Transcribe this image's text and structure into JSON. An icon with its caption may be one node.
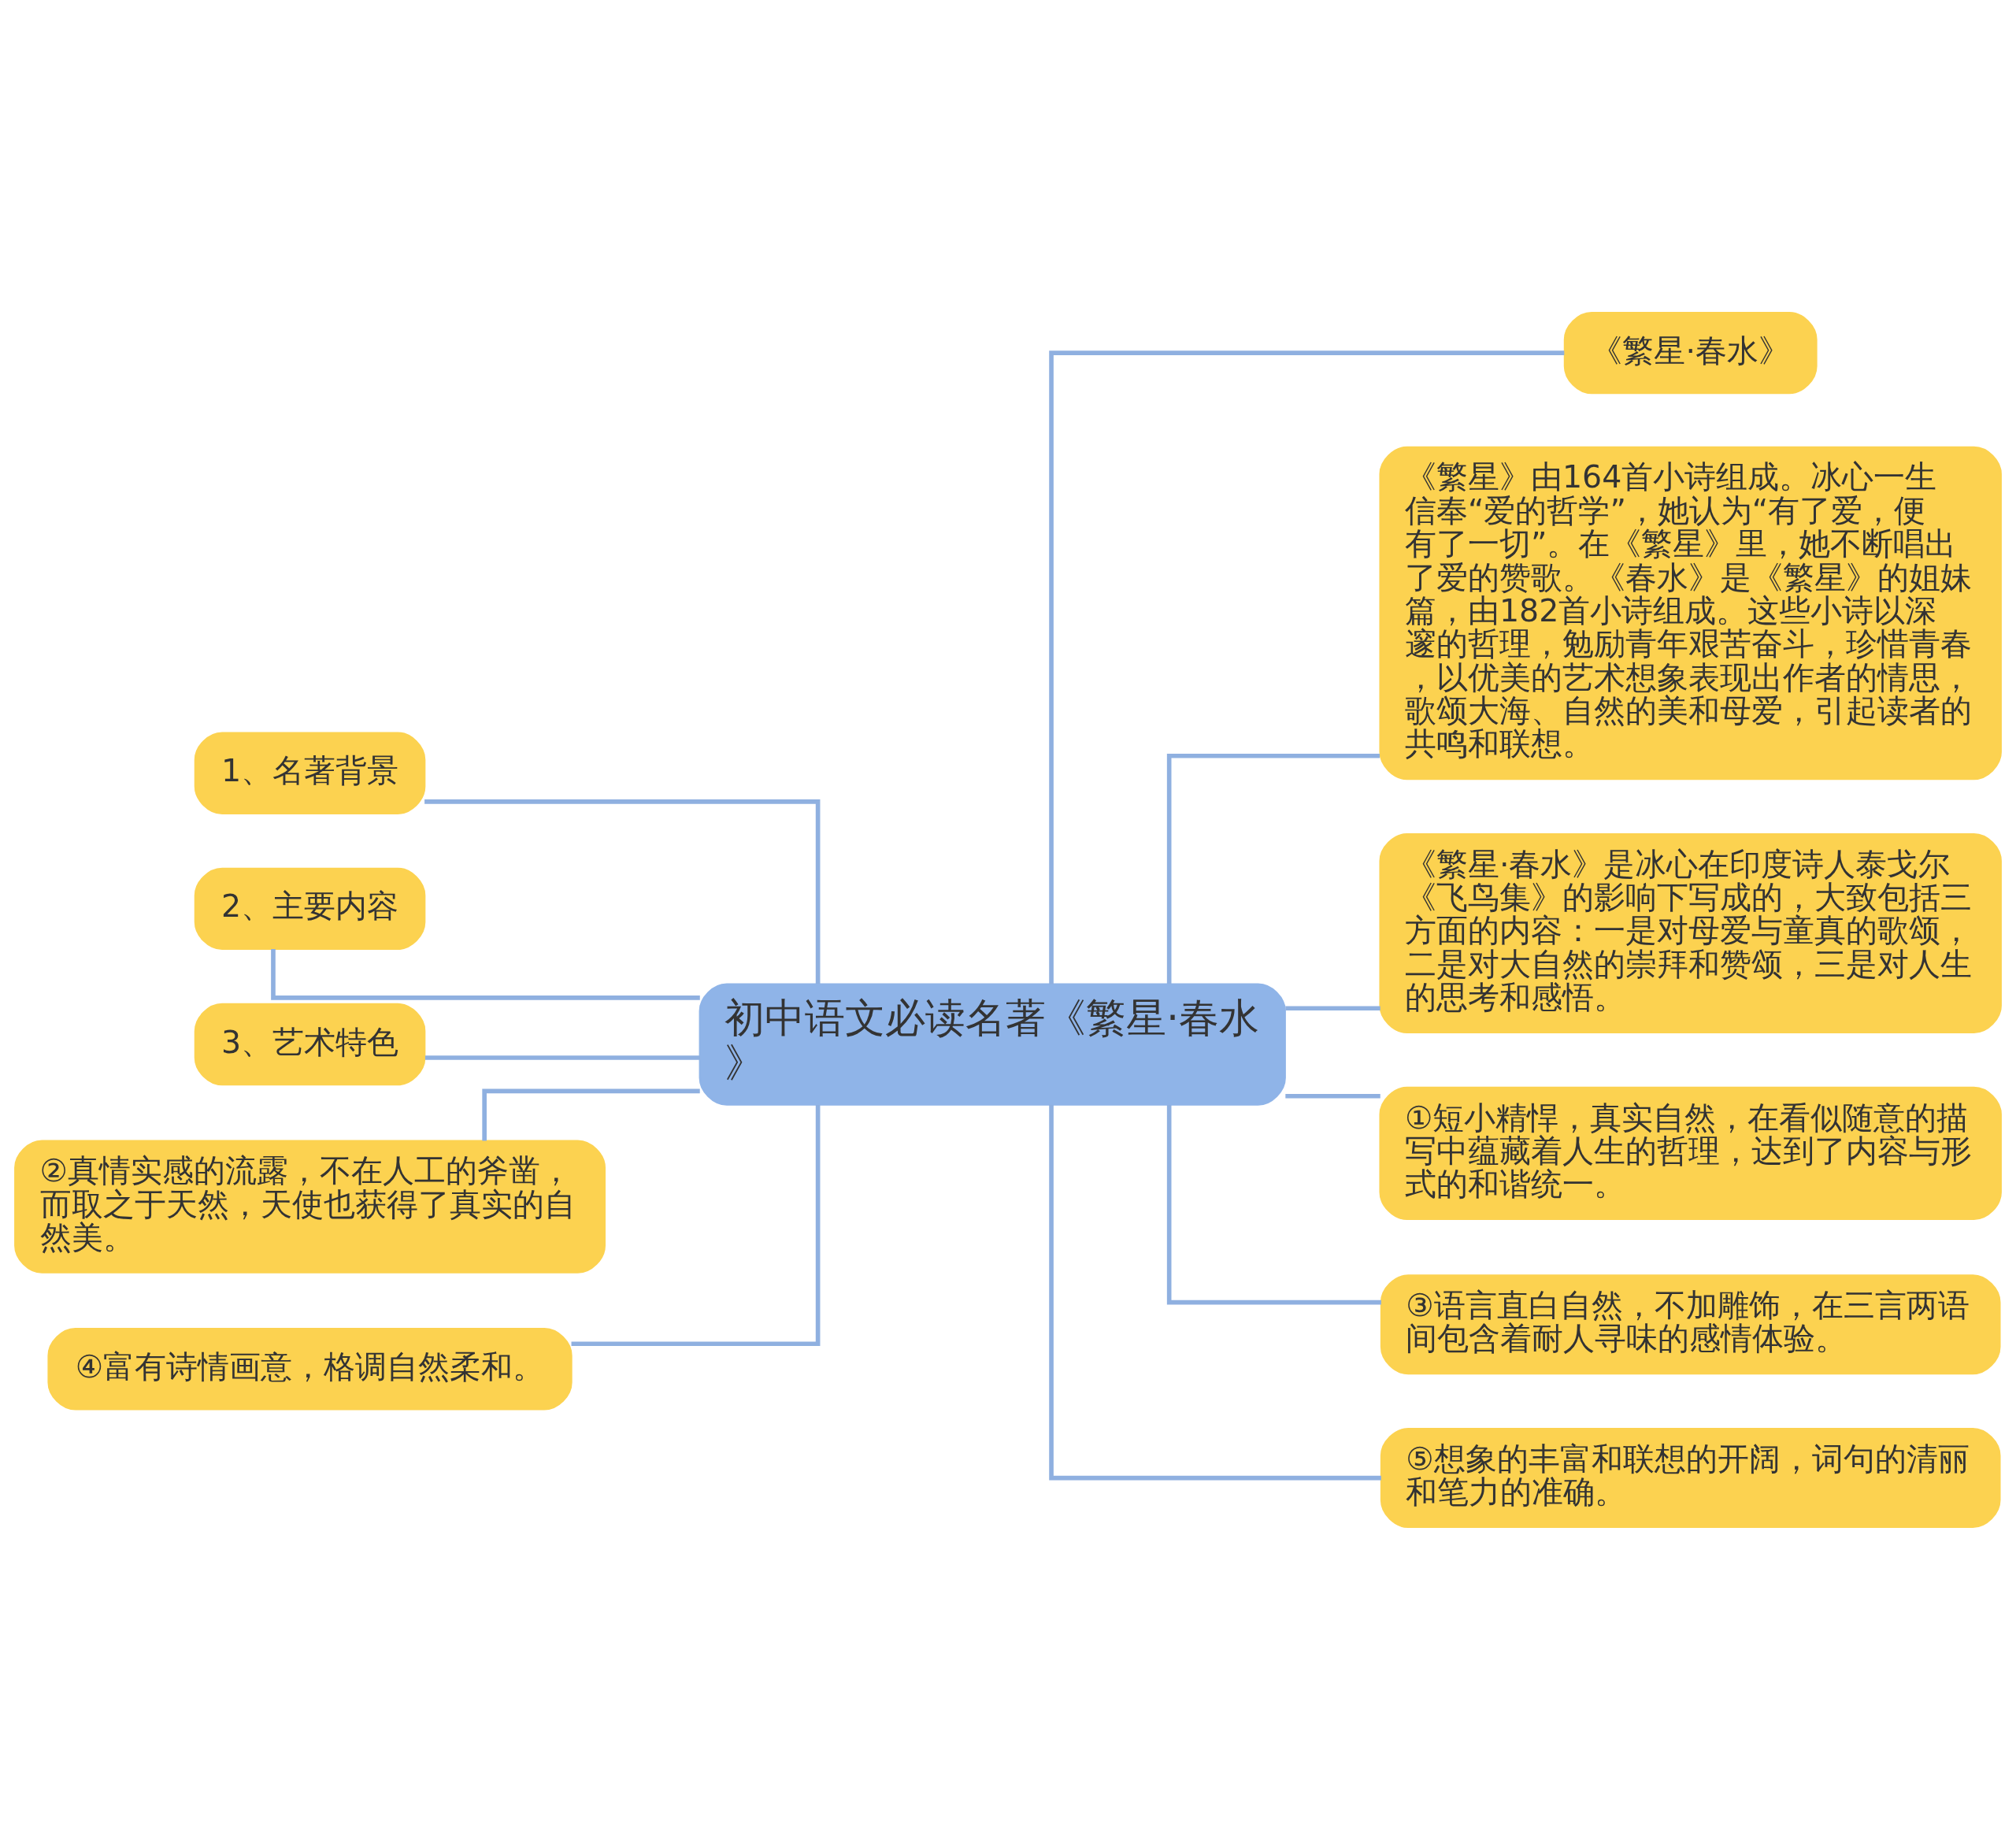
{
  "diagram": {
    "nodes": [
      {
        "text": [
          "初中语文必读名著《繁星·春水》"
        ]
      },
      {
        "text": [
          "1、名著背景"
        ]
      },
      {
        "text": [
          "2、主要内容"
        ]
      },
      {
        "text": [
          "3、艺术特色"
        ]
      },
      {
        "text": [
          "②真情实感的流露，不在人工的斧凿，而取之于天然，天使也获得了真实的自然美。"
        ]
      },
      {
        "text": [
          "④富有诗情画意，格调自然柔和。"
        ]
      },
      {
        "text": [
          "《繁星·春水》"
        ]
      },
      {
        "text": [
          "《繁星》由164首小诗组成。冰心一生信奉“爱的哲学”，她认为“有了爱，便有了一切”。在《繁星》里，她不断唱出了爱的赞歌。《春水》是《繁星》的姐妹篇，由182首小诗组成。这些小诗以深邃的哲理，勉励青年艰苦奋斗，珍惜青春，以优美的艺术想象表现出作者的情思，歌颂大海、自然的美和母爱，引起读者的共鸣和联想。"
        ]
      },
      {
        "text": [
          "《繁星·春水》是冰心在印度诗人泰戈尔《飞鸟集》的影响下写成的，大致包括三方面的内容：一是对母爱与童真的歌颂，二是对大自然的崇拜和赞颂，三是对人生的思考和感悟。"
        ]
      },
      {
        "text": [
          "①短小精悍，真实自然，在看似随意的描写中蕴藏着人生的哲理，达到了内容与形式的和谐统一。"
        ]
      },
      {
        "text": [
          "③语言直白自然，不加雕饰，在三言两语间包含着耐人寻味的感情体验。"
        ]
      },
      {
        "text": [
          "⑤想象的丰富和联想的开阔，词句的清丽和笔力的准确。"
        ]
      }
    ],
    "edges": [
      {
        "from": 0,
        "to": 1,
        "arrow": "none"
      },
      {
        "from": 0,
        "to": 2,
        "arrow": "none"
      },
      {
        "from": 0,
        "to": 3,
        "arrow": "none"
      },
      {
        "from": 0,
        "to": 4,
        "arrow": "none"
      },
      {
        "from": 0,
        "to": 5,
        "arrow": "none"
      },
      {
        "from": 0,
        "to": 6,
        "arrow": "none"
      },
      {
        "from": 0,
        "to": 7,
        "arrow": "none"
      },
      {
        "from": 0,
        "to": 8,
        "arrow": "none"
      },
      {
        "from": 0,
        "to": 9,
        "arrow": "none"
      },
      {
        "from": 0,
        "to": 10,
        "arrow": "none"
      },
      {
        "from": 0,
        "to": 11,
        "arrow": "none"
      }
    ]
  }
}
